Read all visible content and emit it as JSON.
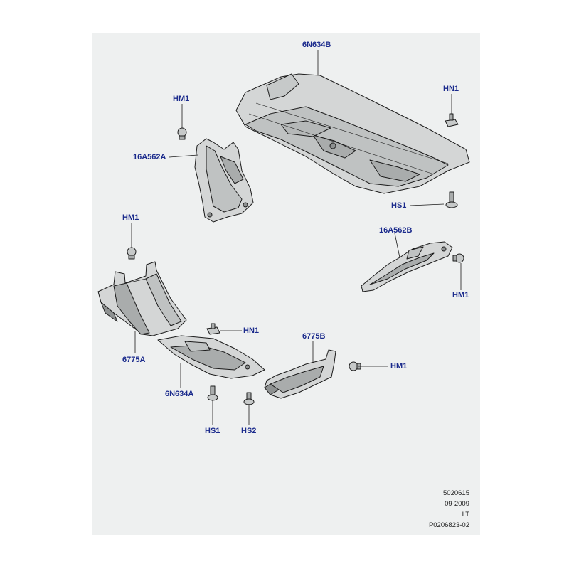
{
  "labels": {
    "p6n634b": "6N634B",
    "hm1_a": "HM1",
    "hn1_a": "HN1",
    "p16a562a": "16A562A",
    "hs1_a": "HS1",
    "hm1_b": "HM1",
    "p16a562b": "16A562B",
    "hm1_c": "HM1",
    "hn1_b": "HN1",
    "p6775a": "6775A",
    "p6775b": "6775B",
    "hm1_d": "HM1",
    "p6n634a": "6N634A",
    "hs1_b": "HS1",
    "hs2": "HS2"
  },
  "footer": {
    "line1": "5020615",
    "line2": "09-2009",
    "line3": "LT",
    "line4": "P0206823-02"
  },
  "colors": {
    "label": "#1a2a8c",
    "panel": "#eef0f0",
    "part_fill": "#d4d6d6",
    "part_shade": "#a9acac",
    "line": "#1b1b1b"
  }
}
